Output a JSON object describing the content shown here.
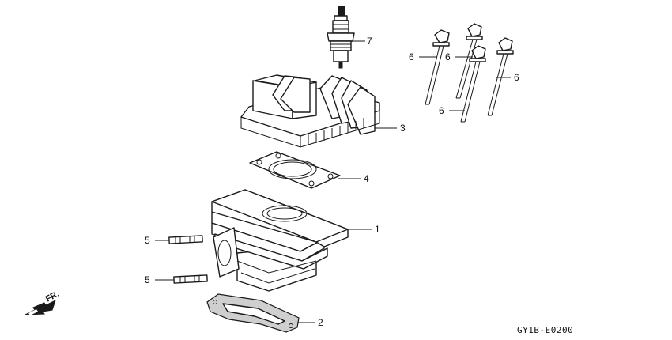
{
  "callouts": {
    "cylinder": "1",
    "base_gasket": "2",
    "cylinder_head": "3",
    "head_gasket": "4",
    "stud_bolt_upper": "5",
    "stud_bolt_lower": "5",
    "flange_bolt_a": "6",
    "flange_bolt_b": "6",
    "flange_bolt_c": "6",
    "flange_bolt_d": "6",
    "spark_plug": "7"
  },
  "direction_label": "FR.",
  "diagram_code": "GY1B-E0200",
  "icons": [
    "front-direction-arrow-icon"
  ]
}
